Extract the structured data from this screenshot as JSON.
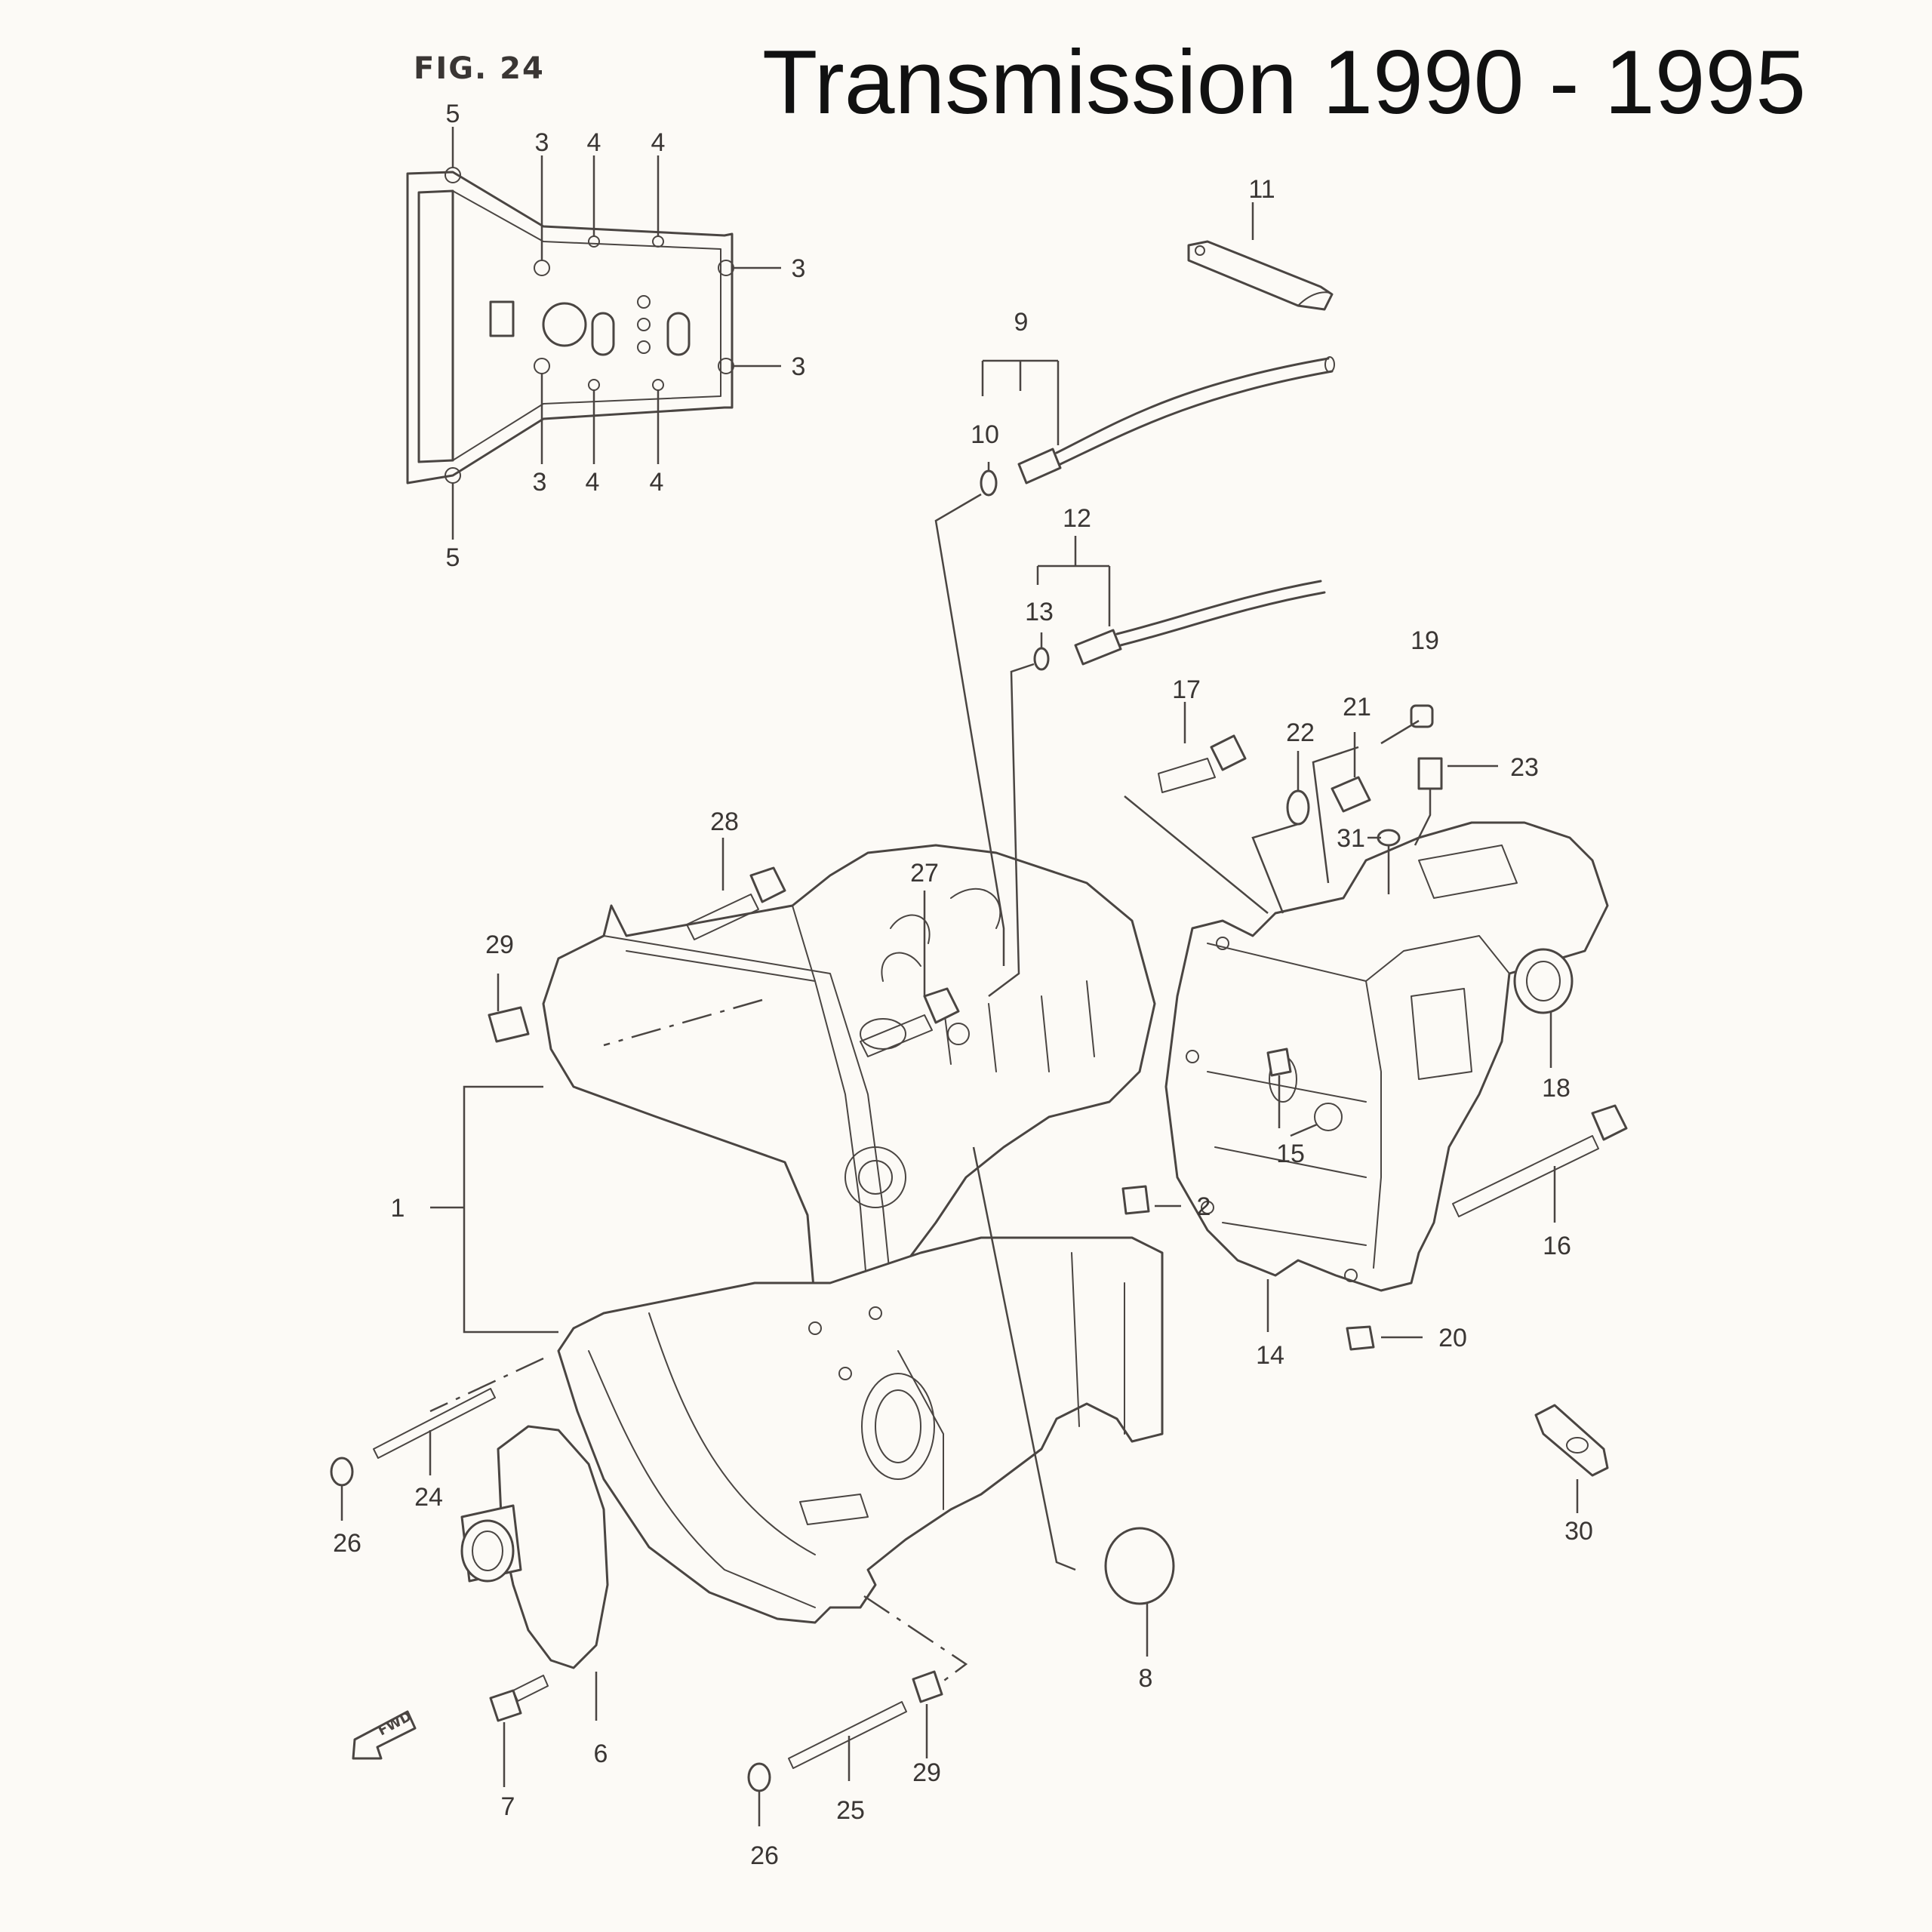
{
  "figure_label": "FIG. 24",
  "title": "Transmission 1990 - 1995",
  "fwd_label": "FWD",
  "callouts": [
    {
      "id": "gasket-top-5",
      "text": "5"
    },
    {
      "id": "gasket-top-3",
      "text": "3"
    },
    {
      "id": "gasket-top-4a",
      "text": "4"
    },
    {
      "id": "gasket-top-4b",
      "text": "4"
    },
    {
      "id": "gasket-right-3a",
      "text": "3"
    },
    {
      "id": "gasket-right-3b",
      "text": "3"
    },
    {
      "id": "gasket-bottom-3",
      "text": "3"
    },
    {
      "id": "gasket-bottom-4a",
      "text": "4"
    },
    {
      "id": "gasket-bottom-4b",
      "text": "4"
    },
    {
      "id": "gasket-bottom-5",
      "text": "5"
    },
    {
      "id": "p1",
      "text": "1"
    },
    {
      "id": "p2",
      "text": "2"
    },
    {
      "id": "p6",
      "text": "6"
    },
    {
      "id": "p7",
      "text": "7"
    },
    {
      "id": "p8",
      "text": "8"
    },
    {
      "id": "p9",
      "text": "9"
    },
    {
      "id": "p10",
      "text": "10"
    },
    {
      "id": "p11",
      "text": "11"
    },
    {
      "id": "p12",
      "text": "12"
    },
    {
      "id": "p13",
      "text": "13"
    },
    {
      "id": "p14",
      "text": "14"
    },
    {
      "id": "p15",
      "text": "15"
    },
    {
      "id": "p16",
      "text": "16"
    },
    {
      "id": "p17",
      "text": "17"
    },
    {
      "id": "p18",
      "text": "18"
    },
    {
      "id": "p19",
      "text": "19"
    },
    {
      "id": "p20",
      "text": "20"
    },
    {
      "id": "p21",
      "text": "21"
    },
    {
      "id": "p22",
      "text": "22"
    },
    {
      "id": "p23",
      "text": "23"
    },
    {
      "id": "p24",
      "text": "24"
    },
    {
      "id": "p25",
      "text": "25"
    },
    {
      "id": "p26a",
      "text": "26"
    },
    {
      "id": "p26b",
      "text": "26"
    },
    {
      "id": "p27",
      "text": "27"
    },
    {
      "id": "p28",
      "text": "28"
    },
    {
      "id": "p29a",
      "text": "29"
    },
    {
      "id": "p29b",
      "text": "29"
    },
    {
      "id": "p30",
      "text": "30"
    },
    {
      "id": "p31",
      "text": "31"
    }
  ]
}
